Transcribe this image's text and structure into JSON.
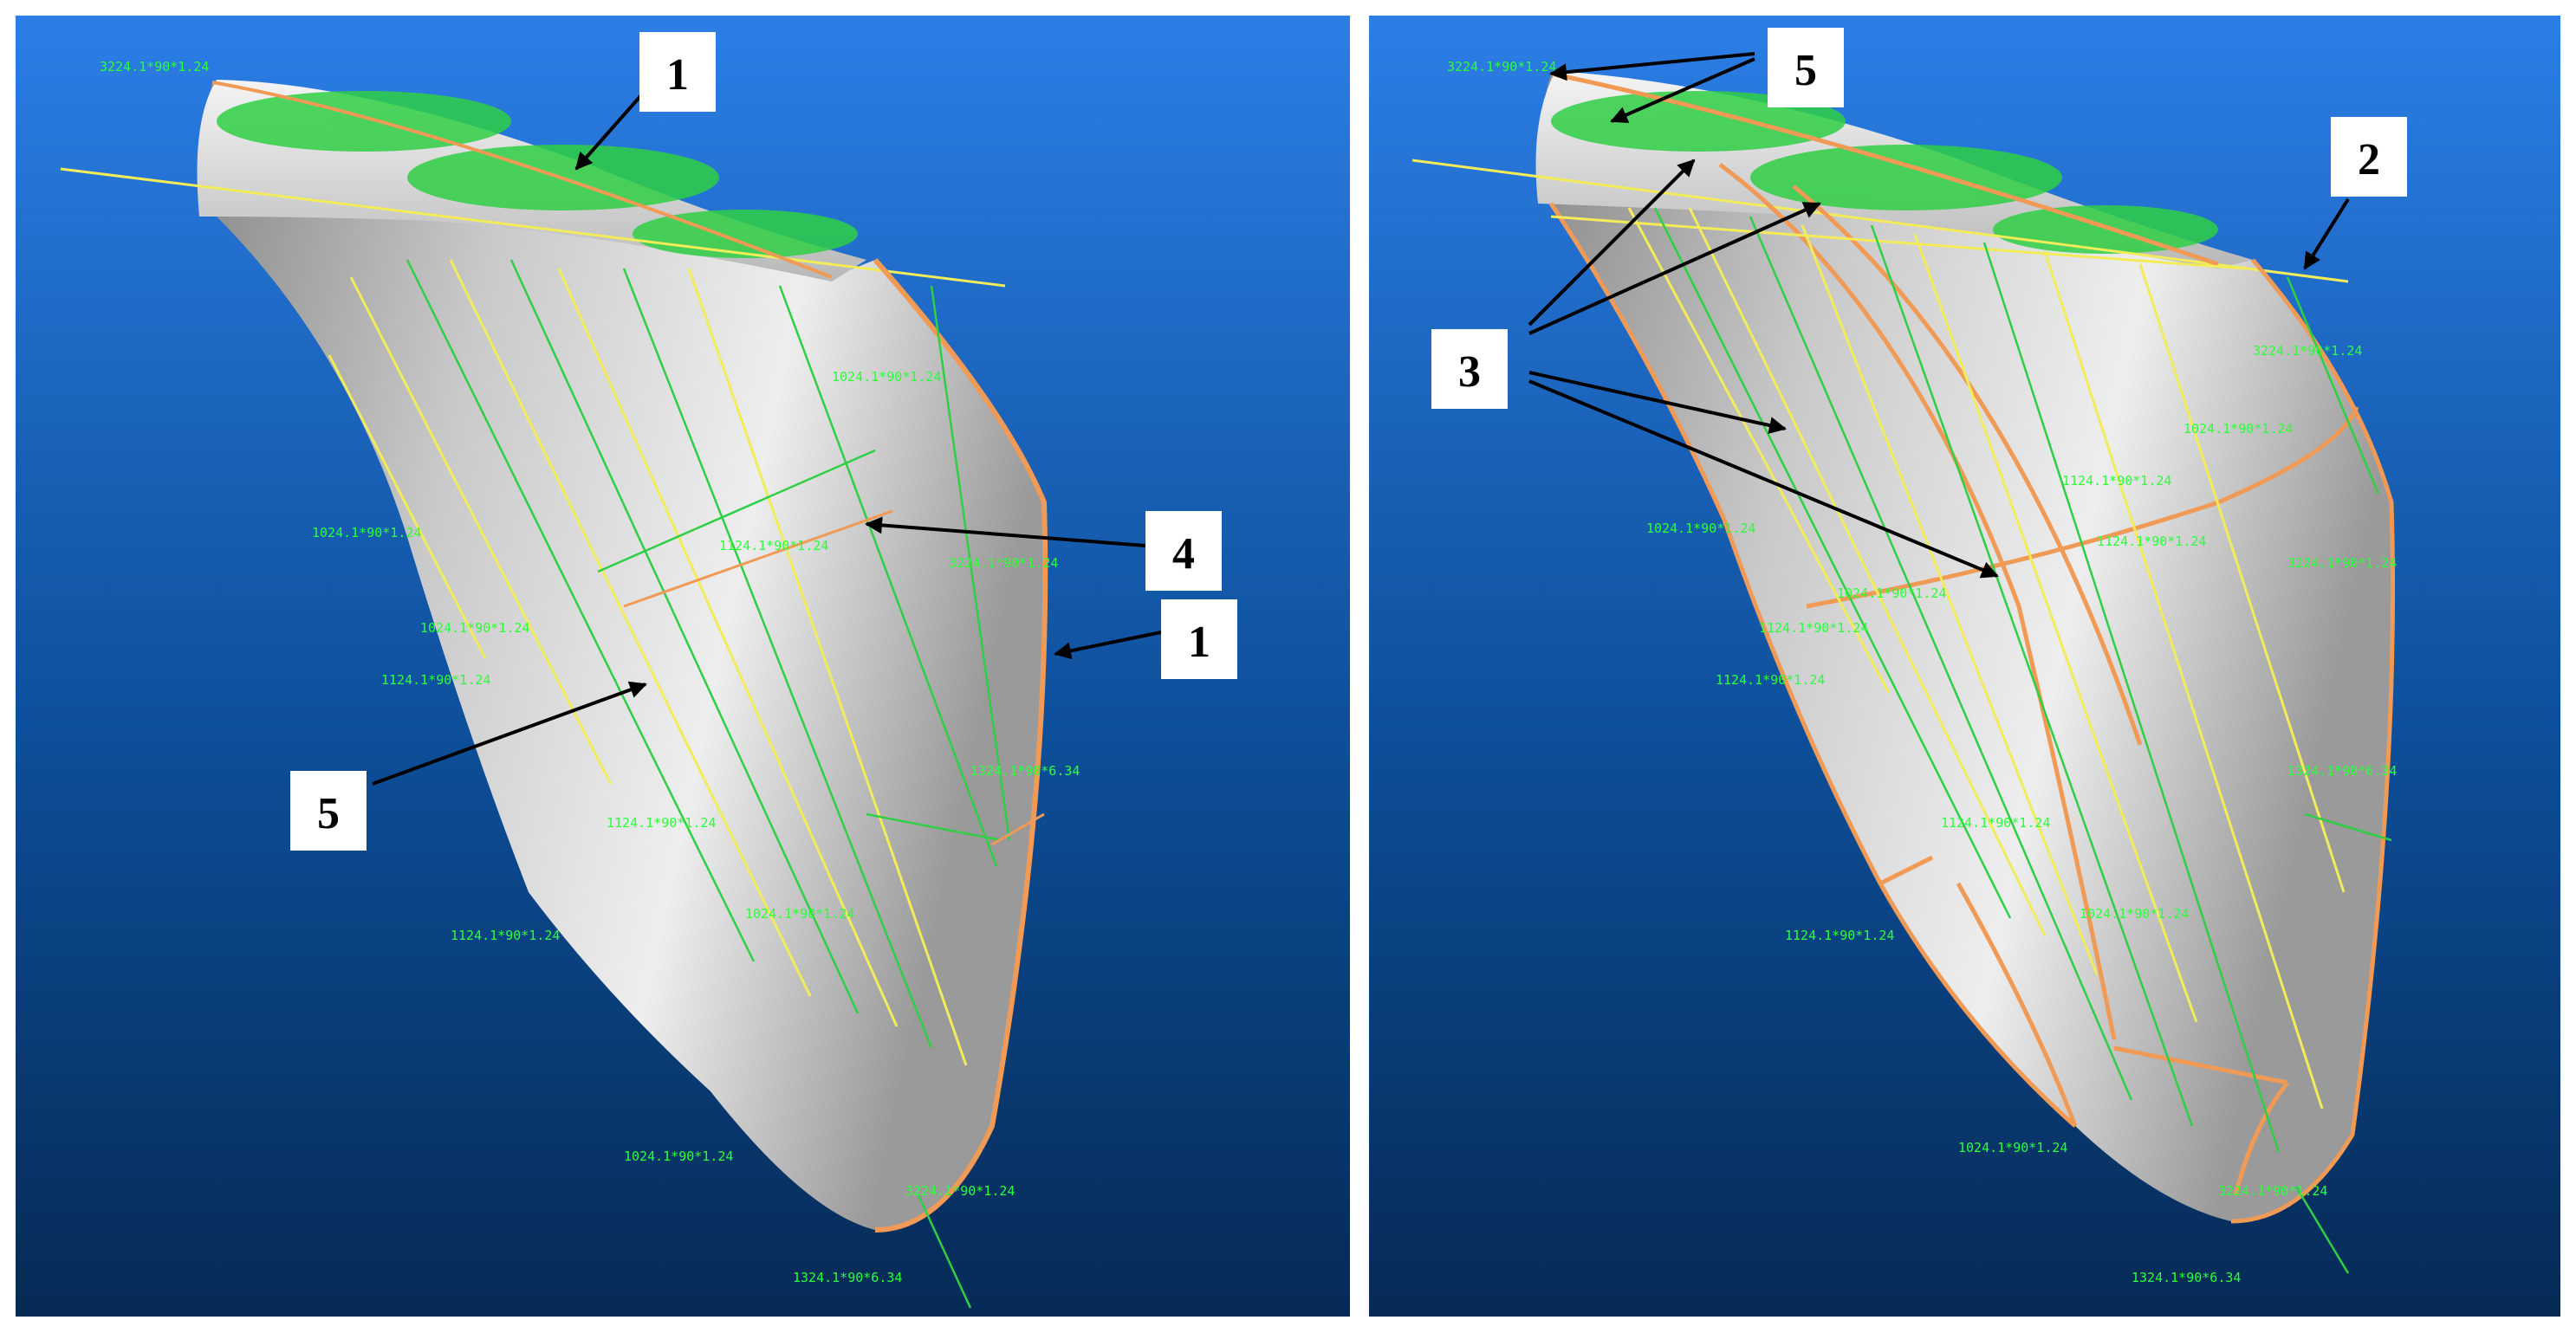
{
  "colors": {
    "background_top": "#2c7ee6",
    "background_bottom": "#062a55",
    "blade_light": "#eeeeee",
    "blade_dark": "#8a8a8a",
    "edge_orange": "#f09a55",
    "guide_yellow": "#f2ec5a",
    "guide_green": "#2fcf45",
    "dim_text": "#2bff3a",
    "callout_box": "#ffffff",
    "arrow": "#000000",
    "divider": "#ffffff"
  },
  "panels": [
    {
      "id": "left",
      "callouts": [
        {
          "label": "1"
        },
        {
          "label": "4"
        },
        {
          "label": "1"
        },
        {
          "label": "5"
        }
      ]
    },
    {
      "id": "right",
      "callouts": [
        {
          "label": "5"
        },
        {
          "label": "2"
        },
        {
          "label": "3"
        }
      ]
    }
  ],
  "dimension_labels": [
    "3224.1*90*1.24",
    "1024.1*90*1.24",
    "1324.1*90*6.34",
    "1124.1*90*1.24"
  ]
}
